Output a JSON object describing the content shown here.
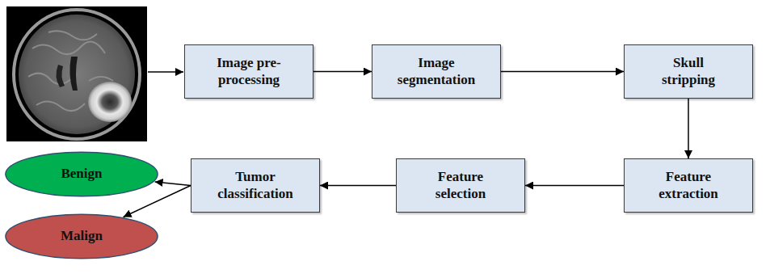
{
  "diagram": {
    "nodes": [
      {
        "text": [
          "Image pre- processing"
        ]
      },
      {
        "text": [
          "Image segmentation"
        ]
      },
      {
        "text": [
          "Skull stripping"
        ]
      },
      {
        "text": [
          "Feature extraction"
        ]
      },
      {
        "text": [
          "Feature selection"
        ]
      },
      {
        "text": [
          "Tumor classification"
        ]
      },
      {
        "text": [
          "Benign"
        ]
      },
      {
        "text": [
          "Malign"
        ]
      }
    ],
    "edges": [
      {
        "from": 0,
        "to": 1,
        "arrow": "to"
      },
      {
        "from": 1,
        "to": 2,
        "arrow": "to"
      },
      {
        "from": 2,
        "to": 3,
        "arrow": "to"
      },
      {
        "from": 3,
        "to": 4,
        "arrow": "to"
      },
      {
        "from": 4,
        "to": 5,
        "arrow": "to"
      },
      {
        "from": 5,
        "to": 6,
        "arrow": "to"
      },
      {
        "from": 5,
        "to": 7,
        "arrow": "to"
      }
    ]
  }
}
